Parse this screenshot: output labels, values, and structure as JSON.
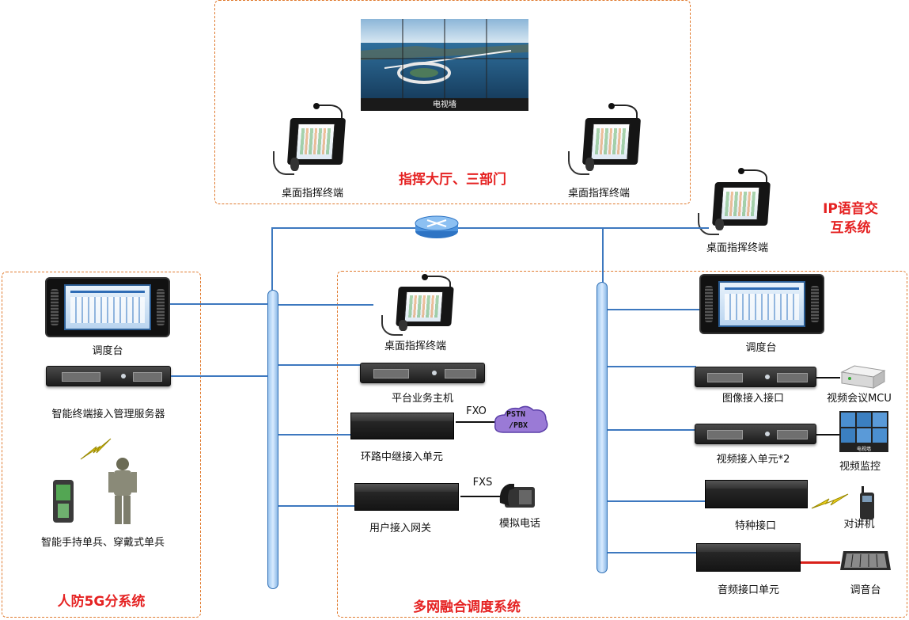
{
  "video_wall": {
    "label": "电视墙"
  },
  "regions": {
    "command_hall": {
      "title": "指挥大厅、三部门"
    },
    "ip_voice": {
      "title": "IP语音交互系统"
    },
    "civil_defense": {
      "title": "人防5G分系统"
    },
    "multi_network": {
      "title": "多网融合调度系统"
    }
  },
  "command_hall": {
    "terminal_left": "桌面指挥终端",
    "terminal_right": "桌面指挥终端"
  },
  "ip_voice": {
    "terminal": "桌面指挥终端"
  },
  "civil_defense": {
    "console": "调度台",
    "server": "智能终端接入管理服务器",
    "soldiers": "智能手持单兵、穿戴式单兵"
  },
  "multi_network": {
    "terminal": "桌面指挥终端",
    "platform_host": "平台业务主机",
    "loop_trunk": "环路中继接入单元",
    "fxo": "FXO",
    "pstn_line1": "PSTN",
    "pstn_line2": "/PBX",
    "user_gateway": "用户接入网关",
    "fxs": "FXS",
    "analog_phone": "模拟电话"
  },
  "right_side": {
    "console": "调度台",
    "image_interface": "图像接入接口",
    "mcu": "视频会议MCU",
    "video_unit": "视频接入单元*2",
    "video_monitor": "视频监控",
    "video_monitor_screen": "电视墙",
    "special_interface": "特种接口",
    "walkie_talkie": "对讲机",
    "audio_unit": "音频接口单元",
    "mixer": "调音台"
  },
  "colors": {
    "dashed_border": "#e07a2e",
    "region_title": "#e52222",
    "network_line": "#3d78bf",
    "red_link": "#d9201a"
  }
}
